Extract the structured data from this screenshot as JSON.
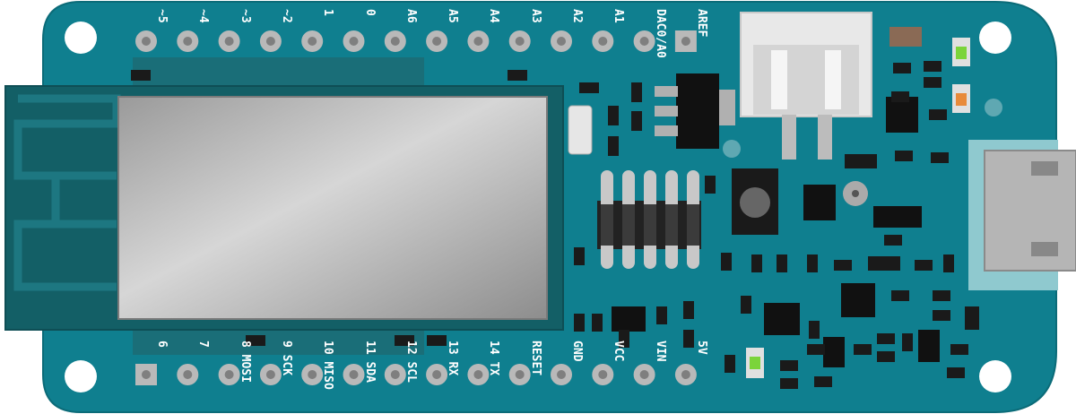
{
  "board": {
    "colors": {
      "pcb": "#0f7f8f",
      "pcb_edge": "#0b6b78",
      "pad": "#b9b9b9",
      "module_dark": "#135f66",
      "shield": "#c8c8c8",
      "chip": "#111111",
      "led_green": "#7bd43a",
      "led_orange": "#e88a3a"
    },
    "top_pins": [
      "~5",
      "~4",
      "~3",
      "~2",
      "1",
      "0",
      "A6",
      "A5",
      "A4",
      "A3",
      "A2",
      "A1",
      "DAC0/A0",
      "AREF"
    ],
    "bottom_pins": [
      "6",
      "7",
      "8 MOSI",
      "9 SCK",
      "10 MISO",
      "11 SDA",
      "12 SCL",
      "13 RX",
      "14 TX",
      "RESET",
      "GND",
      "VCC",
      "VIN",
      "5V"
    ]
  }
}
